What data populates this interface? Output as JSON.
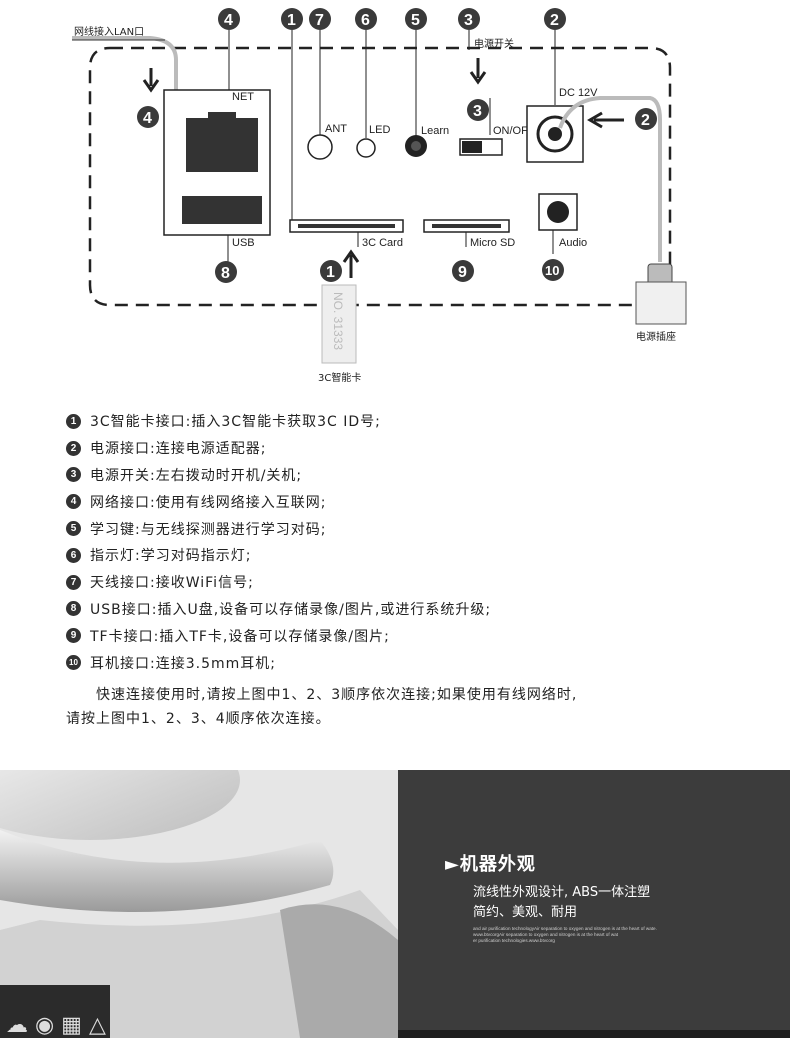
{
  "diagram": {
    "top_left_label": "网线接入LAN口",
    "power_switch_label": "电源开关",
    "power_socket_label": "电源插座",
    "smart_card_label": "3C智能卡",
    "card_serial": "NO. 31333",
    "ports": {
      "net": "NET",
      "usb": "USB",
      "ant": "ANT",
      "led": "LED",
      "learn": "Learn",
      "onoff": "ON/OFF",
      "dc": "DC 12V",
      "card": "3C Card",
      "microsd": "Micro SD",
      "audio": "Audio"
    },
    "numbers": [
      "1",
      "2",
      "3",
      "4",
      "5",
      "6",
      "7",
      "8",
      "9",
      "10"
    ]
  },
  "legend": [
    {
      "num": "1",
      "text": "3C智能卡接口:插入3C智能卡获取3C ID号;"
    },
    {
      "num": "2",
      "text": "电源接口:连接电源适配器;"
    },
    {
      "num": "3",
      "text": "电源开关:左右拨动时开机/关机;"
    },
    {
      "num": "4",
      "text": "网络接口:使用有线网络接入互联网;"
    },
    {
      "num": "5",
      "text": "学习键:与无线探测器进行学习对码;"
    },
    {
      "num": "6",
      "text": "指示灯:学习对码指示灯;"
    },
    {
      "num": "7",
      "text": "天线接口:接收WiFi信号;"
    },
    {
      "num": "8",
      "text": "USB接口:插入U盘,设备可以存储录像/图片,或进行系统升级;"
    },
    {
      "num": "9",
      "text": "TF卡接口:插入TF卡,设备可以存储录像/图片;"
    },
    {
      "num": "10",
      "text": "耳机接口:连接3.5mm耳机;"
    }
  ],
  "note": {
    "line1": "快速连接使用时,请按上图中1、2、3顺序依次连接;如果使用有线网络时,",
    "line2": "请按上图中1、2、3、4顺序依次连接。"
  },
  "feature": {
    "title": "►机器外观",
    "line1": "流线性外观设计, ABS一体注塑",
    "line2": "简约、美观、耐用",
    "fine1": "and air purification technologyAir separation to oxygen and nitrogen is at the heart of wate.",
    "fine2": "www.btvcorgAir separation to oxygen and nitrogen is at the heart of wat",
    "fine3": "er purification technologies.www.btvcorg"
  },
  "colors": {
    "number_badge": "#3a3a3a",
    "panel_bg": "#3c3c3c",
    "photo_bg": "#e9e9e9"
  }
}
